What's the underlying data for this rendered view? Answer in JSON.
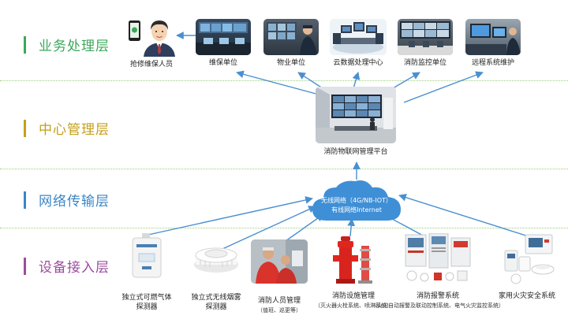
{
  "layers": {
    "business": {
      "label": "业务处理层",
      "color": "#3aa85a"
    },
    "center": {
      "label": "中心管理层",
      "color": "#c4a019"
    },
    "network": {
      "label": "网络传输层",
      "color": "#3b86c6"
    },
    "device": {
      "label": "设备接入层",
      "color": "#9d4c9e"
    }
  },
  "business_nodes": [
    {
      "label": "抢修维保人员"
    },
    {
      "label": "维保单位"
    },
    {
      "label": "物业单位"
    },
    {
      "label": "云数据处理中心"
    },
    {
      "label": "消防监控单位"
    },
    {
      "label": "远程系统维护"
    }
  ],
  "center_node": {
    "label": "消防物联网管理平台"
  },
  "cloud": {
    "line1": "无线网络（4G/NB-IOT）",
    "line2": "有线网络Internet",
    "color": "#3f8fd6"
  },
  "device_nodes": [
    {
      "label_line1": "独立式可燃气体",
      "label_line2": "探测器"
    },
    {
      "label_line1": "独立式无线烟雾",
      "label_line2": "探测器"
    },
    {
      "label": "消防人员管理",
      "sub": "（值班、巡更等）"
    },
    {
      "label": "消防设施管理",
      "sub": "（灭火器火栓系统、喷淋系统）"
    },
    {
      "label": "消防报警系统",
      "sub": "（火灾自动报警及联动控制系统、电气火灾监控系统）"
    },
    {
      "label": "家用火灾安全系统"
    }
  ],
  "colors": {
    "arrow": "#4a8fd0",
    "divider": "#9ccf7a"
  }
}
